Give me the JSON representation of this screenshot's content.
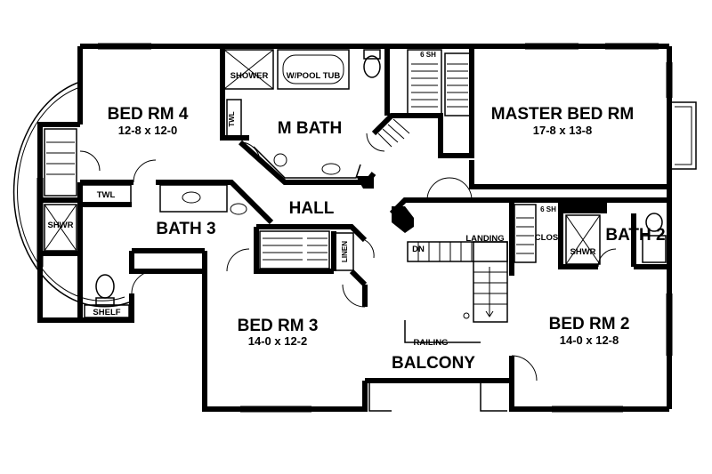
{
  "rooms": {
    "bed4": {
      "name": "BED RM 4",
      "dims": "12-8 x 12-0"
    },
    "mbath": {
      "name": "M BATH"
    },
    "master": {
      "name": "MASTER BED RM",
      "dims": "17-8 x 13-8"
    },
    "hall": {
      "name": "HALL"
    },
    "bath3": {
      "name": "BATH 3"
    },
    "bath2": {
      "name": "BATH 2"
    },
    "bed3": {
      "name": "BED RM 3",
      "dims": "14-0 x 12-2"
    },
    "bed2": {
      "name": "BED RM 2",
      "dims": "14-0 x 12-8"
    },
    "balcony": {
      "name": "BALCONY"
    }
  },
  "labels": {
    "shower": "SHOWER",
    "whirlpool": "W/POOL TUB",
    "sh6_top": "6 SH",
    "sh6_right": "6 SH",
    "twl_mbath": "TWL",
    "twl_left": "TWL",
    "shwr_left": "SHWR",
    "shwr_right": "SHWR",
    "shelf": "SHELF",
    "linen": "LINEN",
    "dn": "DN",
    "landing": "LANDING",
    "clos": "CLOS",
    "railing": "RAILING"
  }
}
